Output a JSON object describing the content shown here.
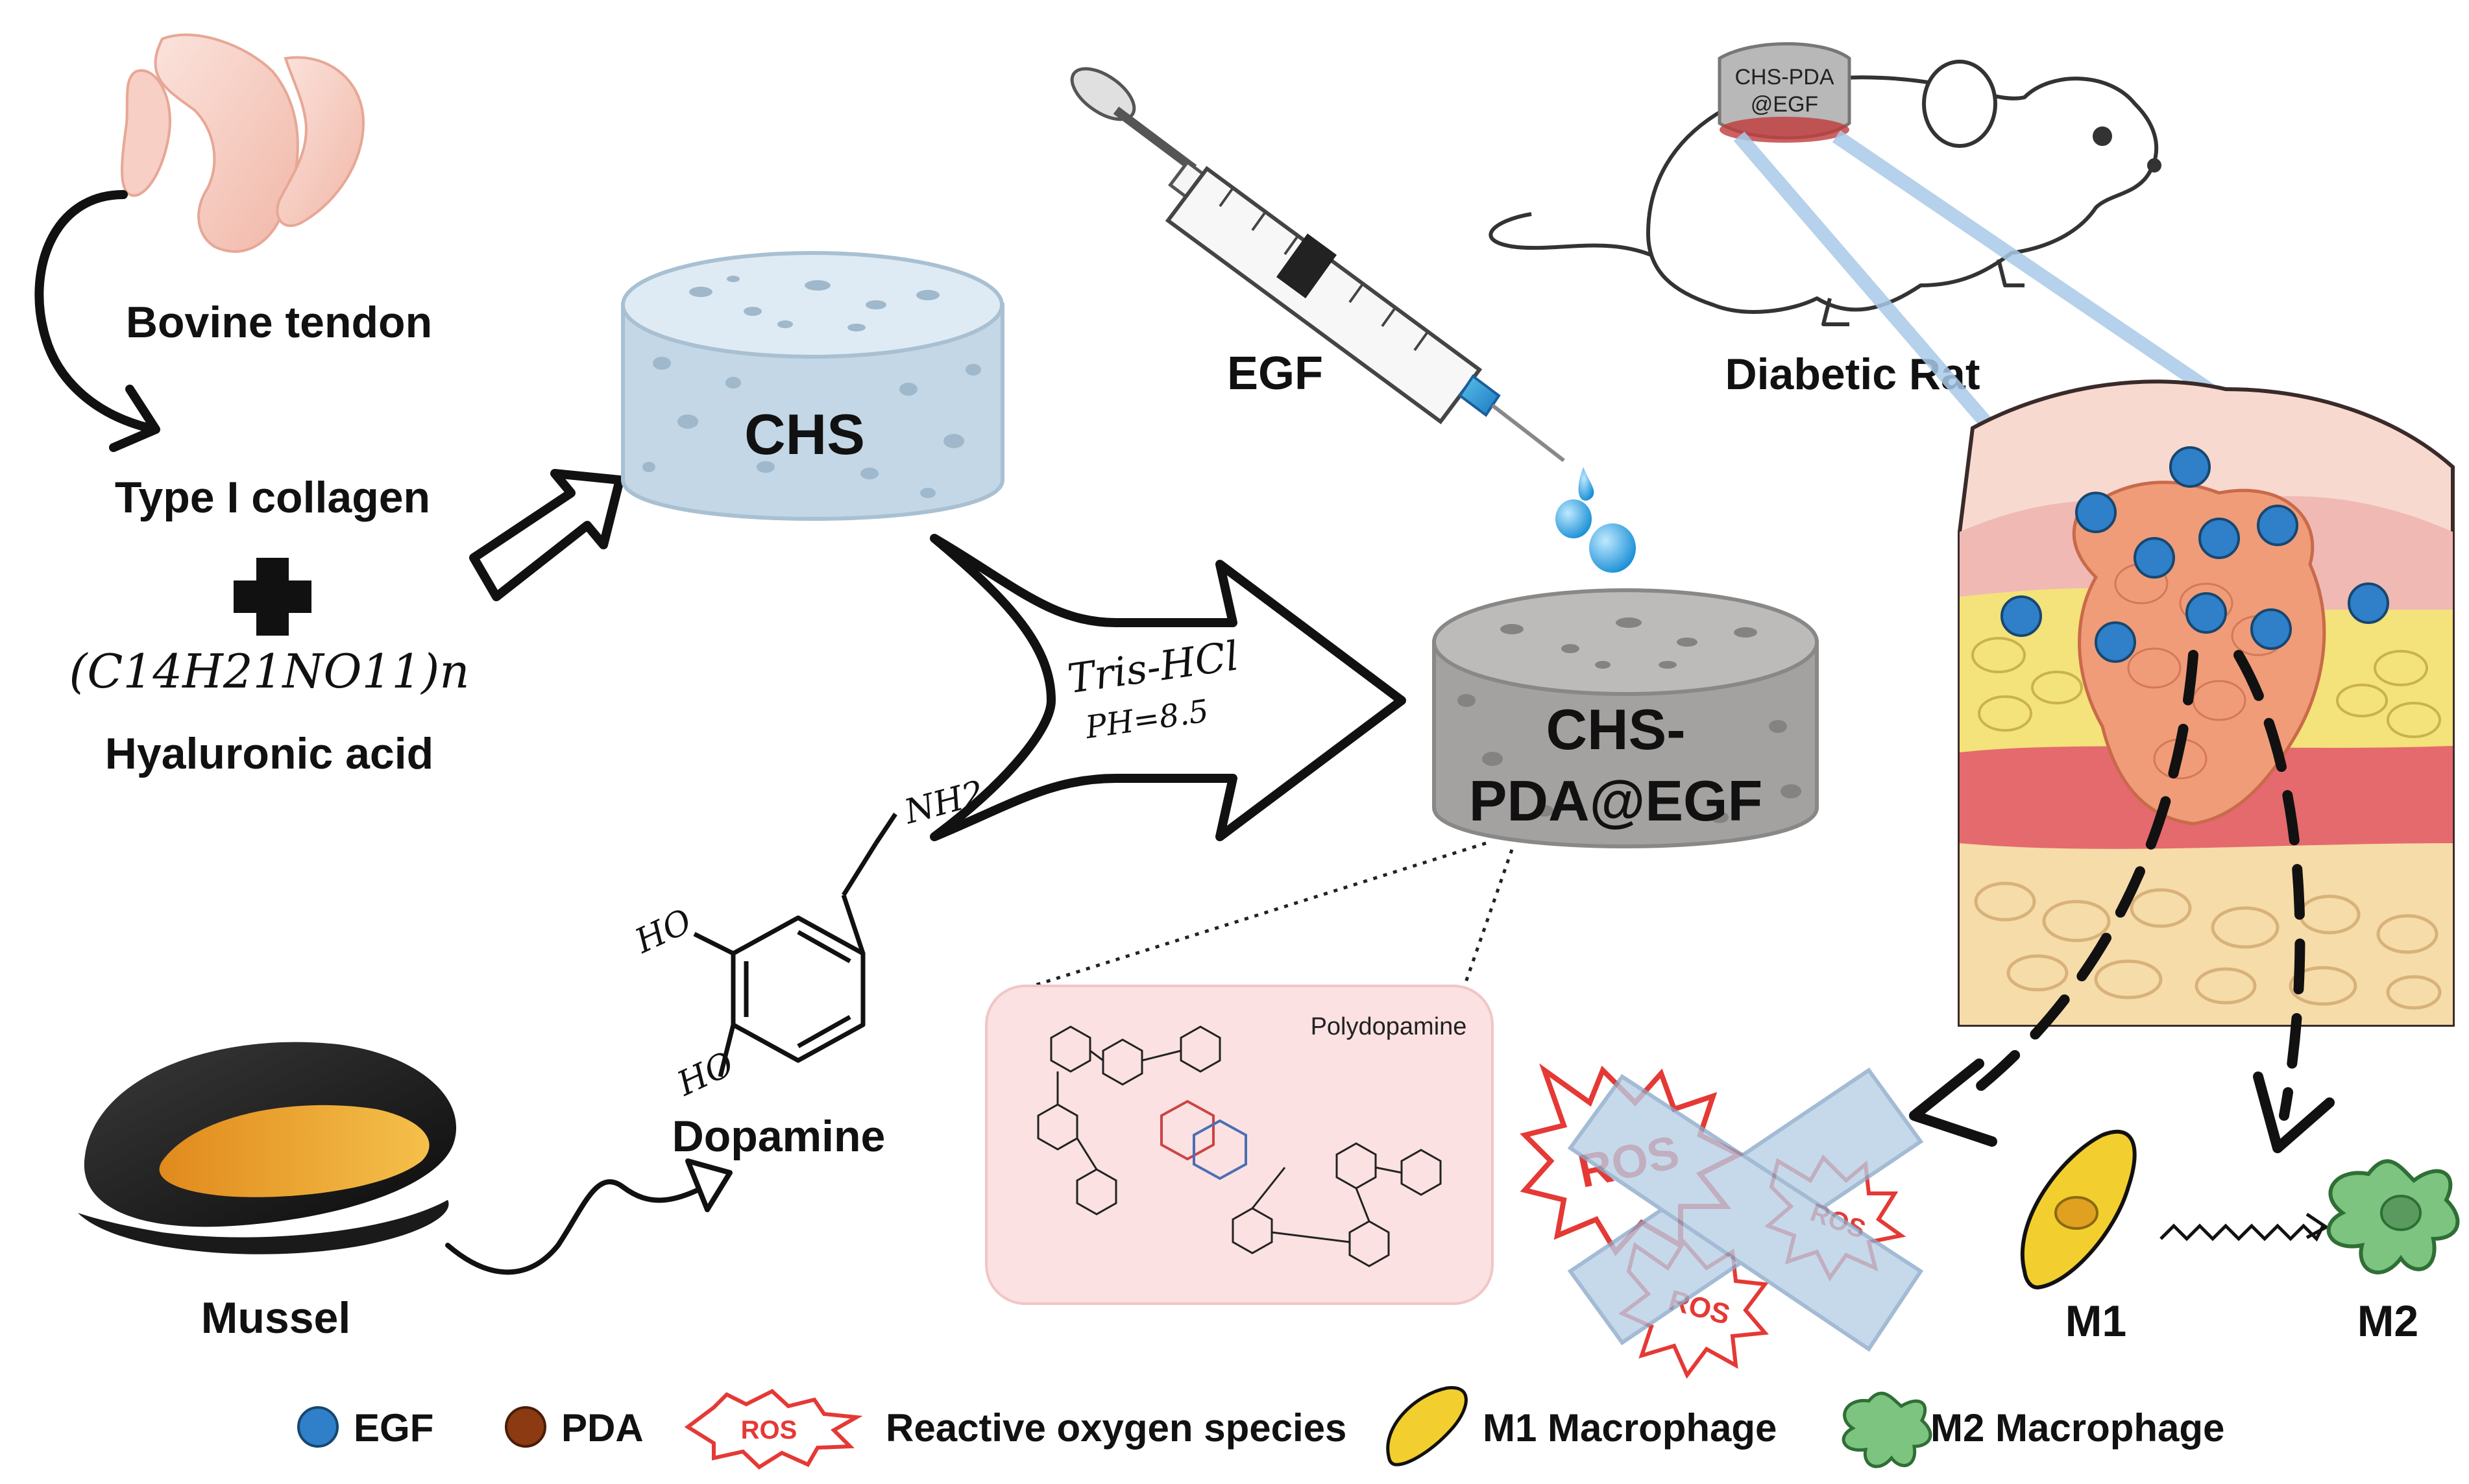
{
  "labels": {
    "bovine_tendon": "Bovine tendon",
    "type1_collagen": "Type I collagen",
    "formula": "(C14H21NO11)n",
    "hyaluronic_acid": "Hyaluronic acid",
    "chs": "CHS",
    "egf_top": "EGF",
    "diabetic_rat": "Diabetic Rat",
    "rat_patch_line1": "CHS-PDA",
    "rat_patch_line2": "@EGF",
    "reagent_line1": "Tris-HCl",
    "reagent_line2": "PH=8.5",
    "product_line1": "CHS-",
    "product_line2": "PDA@EGF",
    "nh2": "NH2",
    "ho_top": "HO",
    "ho_bottom": "HO",
    "dopamine": "Dopamine",
    "mussel": "Mussel",
    "polydopamine": "Polydopamine",
    "ros_big": "ROS",
    "ros_small_1": "ROS",
    "ros_small_2": "ROS",
    "m1": "M1",
    "m2": "M2"
  },
  "legend": [
    {
      "label": "EGF",
      "icon": "egf-dot-icon",
      "color": "#2f7fc9"
    },
    {
      "label": "PDA",
      "icon": "pda-dot-icon",
      "color": "#8b3a12"
    },
    {
      "label": "Reactive oxygen species",
      "icon": "ros-burst-icon",
      "color": "#e53935",
      "icon_text": "ROS"
    },
    {
      "label": "M1 Macrophage",
      "icon": "m1-macrophage-icon",
      "color": "#f2cf2e"
    },
    {
      "label": "M2 Macrophage",
      "icon": "m2-macrophage-icon",
      "color": "#7cc47f"
    }
  ],
  "colors": {
    "chs_scaffold": "#cfe0ec",
    "product_scaffold": "#a9a7a5",
    "egf": "#2f7fc9",
    "ros": "#e53935",
    "cross": "#b7cfe6",
    "m1": "#f2cf2e",
    "m2": "#7cc47f",
    "reagent_text": "#c62828"
  }
}
